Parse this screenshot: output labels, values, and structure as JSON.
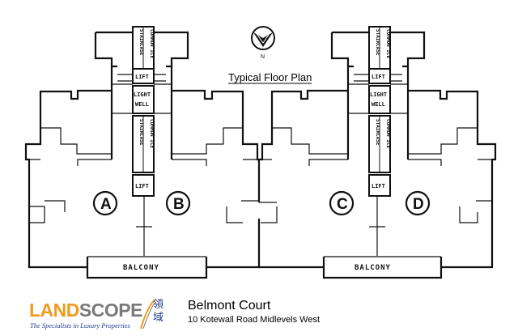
{
  "plan": {
    "title": "Typical Floor Plan",
    "north_label": "N",
    "units": [
      "A",
      "B",
      "C",
      "D"
    ],
    "balcony_label": "BALCONY",
    "core_labels": {
      "staircase": "STAIRCASE",
      "common": "COMMON ICE",
      "lift": "LIFT",
      "light": "LIGHT",
      "well": "WELL"
    }
  },
  "footer": {
    "logo_word_accent": "LAND",
    "logo_word_rest": "SCOPE",
    "logo_tagline": "The Specialists in Luxury Properties",
    "logo_chinese": "領域",
    "building_name": "Belmont Court",
    "address": "10 Kotewall Road  Midlevels West"
  },
  "colors": {
    "logo_orange": "#f29a1f",
    "logo_grey": "#7a7a7a",
    "logo_blue": "#1f3d8a"
  }
}
